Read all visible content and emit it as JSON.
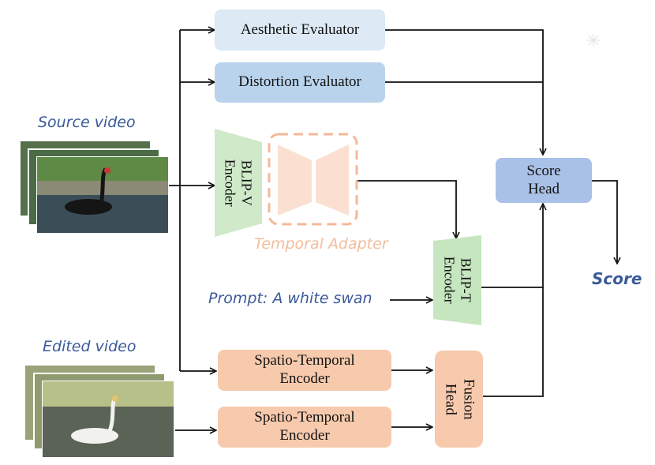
{
  "labels": {
    "source_video": "Source video",
    "edited_video": "Edited video",
    "temporal_adapter": "Temporal Adapter",
    "prompt": "Prompt: A white swan",
    "score": "Score"
  },
  "nodes": {
    "aesthetic": "Aesthetic Evaluator",
    "distortion": "Distortion Evaluator",
    "score_head_line1": "Score",
    "score_head_line2": "Head",
    "blip_v_line1": "BLIP-V",
    "blip_v_line2": "Encoder",
    "blip_t_line1": "BLIP-T",
    "blip_t_line2": "Encoder",
    "st1_line1": "Spatio-Temporal",
    "st1_line2": "Encoder",
    "st2_line1": "Spatio-Temporal",
    "st2_line2": "Encoder",
    "fusion_line1": "Fusion",
    "fusion_line2": "Head"
  },
  "colors": {
    "aesthetic": "#dde9f5",
    "distortion": "#b9d3ec",
    "score_head": "#a9c1e6",
    "blip": "#cfe9c9",
    "adapter": "#fbe0d1",
    "adapter_border": "#f4b89a",
    "spatio": "#f7caad",
    "handwriting": "#3b5a9a",
    "handwriting_orange": "#f3bd9b"
  }
}
